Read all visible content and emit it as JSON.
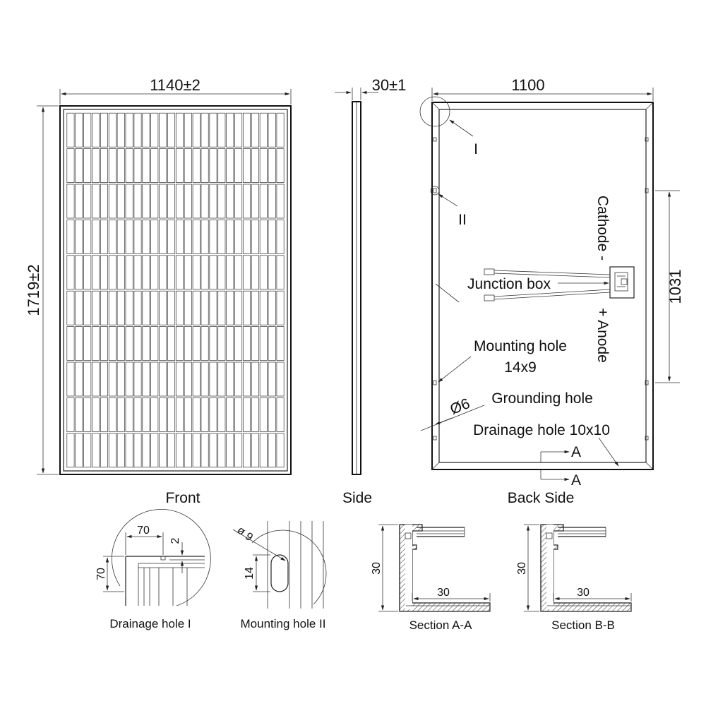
{
  "views": {
    "front": {
      "caption": "Front",
      "width_dim": "1140±2",
      "height_dim": "1719±2",
      "cell_columns": 26,
      "cell_rows": 10
    },
    "side": {
      "caption": "Side",
      "thickness_dim": "30±1"
    },
    "back": {
      "caption": "Back Side",
      "width_dim": "1100",
      "hole_spacing_dim": "1031",
      "detail_I": "I",
      "detail_II": "II",
      "cathode": "Cathode -",
      "anode": "+ Anode",
      "junction_box": "Junction box",
      "mounting_hole_line1": "Mounting hole",
      "mounting_hole_line2": "14x9",
      "grounding_hole": "Grounding hole",
      "grounding_dia": "Ø6",
      "drainage_hole": "Drainage hole 10x10",
      "section_mark_1": "A",
      "section_mark_2": "A"
    }
  },
  "details": {
    "drainage": {
      "caption": "Drainage hole I",
      "dim_70_h": "70",
      "dim_70_v": "70",
      "dim_2": "2"
    },
    "mounting": {
      "caption": "Mounting hole II",
      "dim_dia": "ø 9",
      "dim_14": "14"
    },
    "section_aa": {
      "caption": "Section A-A",
      "dim_h": "30",
      "dim_w": "30"
    },
    "section_bb": {
      "caption": "Section B-B",
      "dim_h": "30",
      "dim_w": "30"
    }
  }
}
